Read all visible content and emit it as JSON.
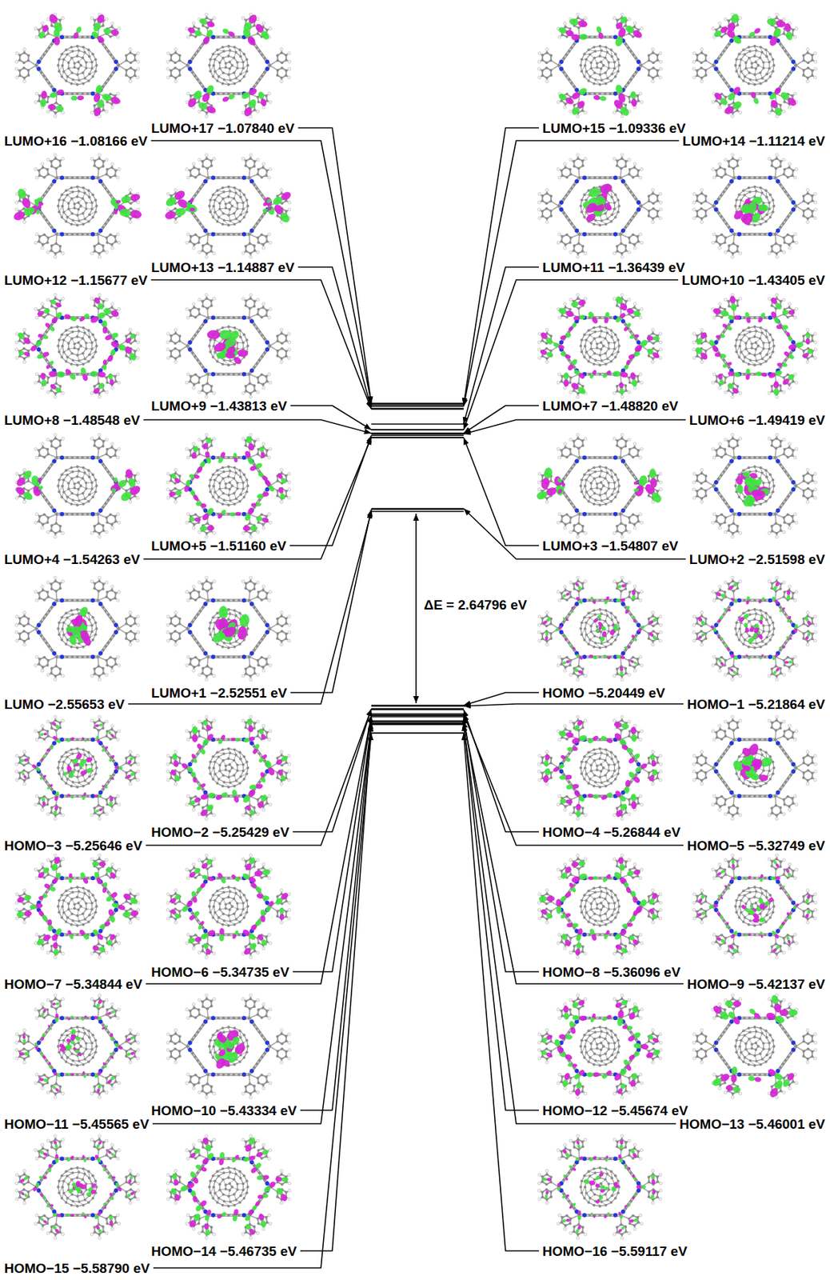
{
  "diagram": {
    "labels": [
      "LUMO+16 −1.08166 eV",
      "LUMO+17 −1.07840 eV",
      "LUMO+15 −1.09336 eV",
      "LUMO+14 −1.11214 eV",
      "LUMO+12 −1.15677 eV",
      "LUMO+13 −1.14887 eV",
      "LUMO+11 −1.36439 eV",
      "LUMO+10 −1.43405 eV",
      "LUMO+8 −1.48548 eV",
      "LUMO+9 −1.43813 eV",
      "LUMO+7 −1.48820 eV",
      "LUMO+6 −1.49419 eV",
      "LUMO+4 −1.54263 eV",
      "LUMO+5 −1.51160 eV",
      "LUMO+3 −1.54807 eV",
      "LUMO+2 −2.51598 eV",
      "LUMO −2.55653 eV",
      "LUMO+1 −2.52551 eV",
      "HOMO −5.20449 eV",
      "HOMO−1 −5.21864 eV",
      "HOMO−3 −5.25646 eV",
      "HOMO−2 −5.25429 eV",
      "HOMO−4 −5.26844 eV",
      "HOMO−5 −5.32749 eV",
      "HOMO−7 −5.34844 eV",
      "HOMO−6 −5.34735 eV",
      "HOMO−8 −5.36096 eV",
      "HOMO−9 −5.42137 eV",
      "HOMO−11 −5.45565 eV",
      "HOMO−10 −5.43334 eV",
      "HOMO−12 −5.45674 eV",
      "HOMO−13 −5.46001 eV",
      "HOMO−15 −5.58790 eV",
      "HOMO−14 −5.46735 eV",
      "HOMO−16 −5.59117 eV",
      "ΔE = 2.64796 eV"
    ]
  }
}
